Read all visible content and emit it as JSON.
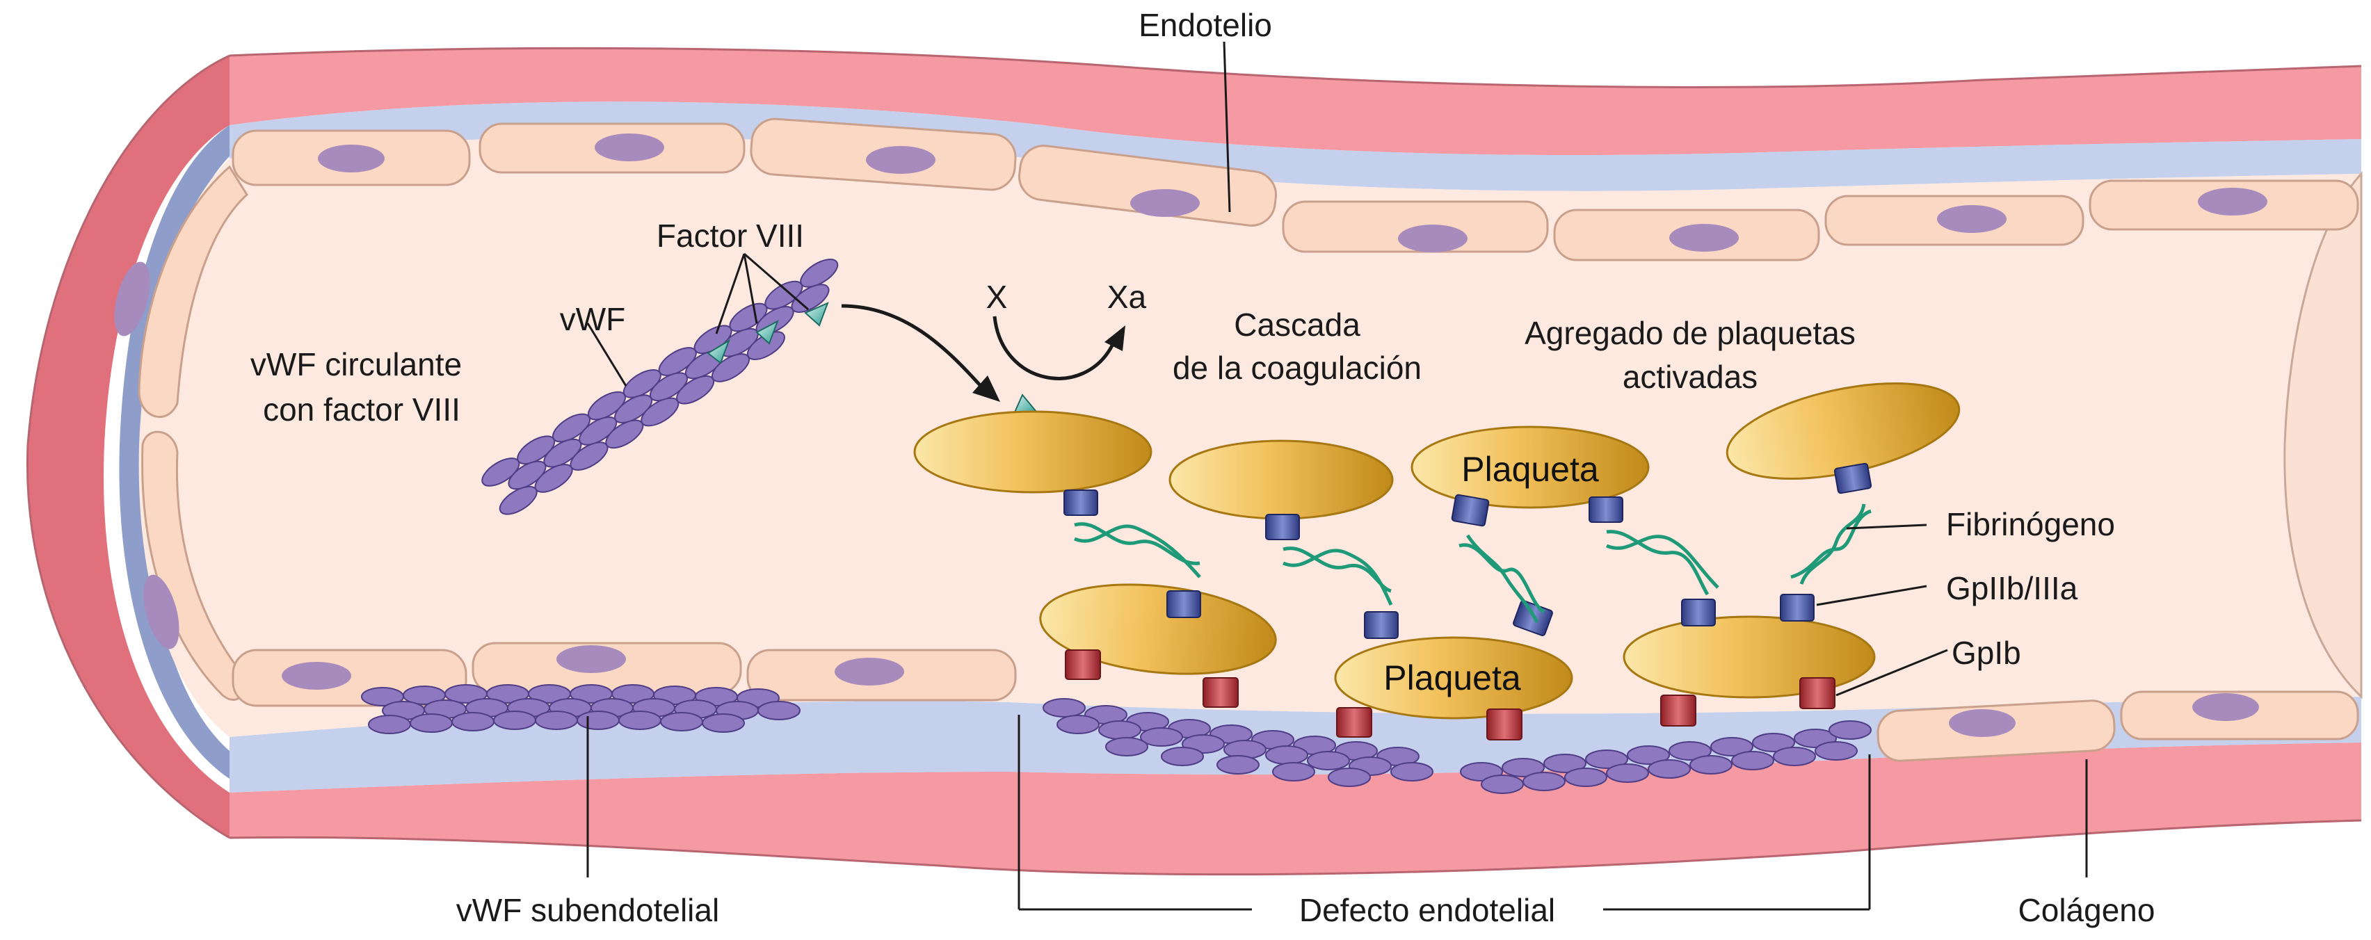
{
  "labels": {
    "endotelio": "Endotelio",
    "factor_viii": "Factor VIII",
    "vwf": "vWF",
    "vwf_circulante_l1": "vWF circulante",
    "vwf_circulante_l2": "con factor VIII",
    "x": "X",
    "xa": "Xa",
    "cascada_l1": "Cascada",
    "cascada_l2": "de la coagulación",
    "agregado_l1": "Agregado de plaquetas",
    "agregado_l2": "activadas",
    "plaqueta_top": "Plaqueta",
    "plaqueta_bottom": "Plaqueta",
    "fibrinogeno": "Fibrinógeno",
    "gpiib_iiia": "GpIIb/IIIa",
    "gpib": "GpIb",
    "vwf_subendotelial": "vWF subendotelial",
    "defecto_endotelial": "Defecto endotelial",
    "colageno": "Colágeno"
  },
  "colors": {
    "outer_wall": "#f59aa2",
    "outer_wall_dark": "#e0707c",
    "collagen": "#c5d0ec",
    "collagen_dark": "#8e9dc9",
    "endothelial_cell": "#fbd8c4",
    "nucleus": "#a78bbd",
    "lumen": "#fde9df",
    "vwf": "#8e78c0",
    "platelet": "#f2c05a",
    "platelet_dark": "#c08a1a",
    "gpiib_receptor": "#4c5aa8",
    "gpib_receptor": "#c03a40",
    "fibrinogen": "#1f9a78",
    "factor_viii": "#5fc0b0"
  }
}
